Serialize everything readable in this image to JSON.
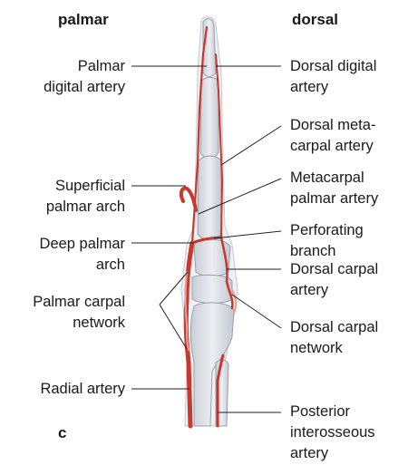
{
  "headers": {
    "left": "palmar",
    "right": "dorsal"
  },
  "panel_letter": "c",
  "labels": {
    "palmar_digital_artery": "Palmar\ndigital artery",
    "superficial_palmar_arch": "Superficial\npalmar arch",
    "deep_palmar_arch": "Deep palmar\narch",
    "palmar_carpal_network": "Palmar carpal\nnetwork",
    "radial_artery": "Radial artery",
    "dorsal_digital_artery": "Dorsal digital\nartery",
    "dorsal_metacarpal_artery": "Dorsal meta-\ncarpal artery",
    "metacarpal_palmar_artery": "Metacarpal\npalmar artery",
    "perforating_branch": "Perforating\nbranch",
    "dorsal_carpal_artery": "Dorsal carpal\nartery",
    "dorsal_carpal_network": "Dorsal carpal\nnetwork",
    "posterior_interosseous_artery": "Posterior\ninterosseous\nartery"
  },
  "colors": {
    "artery": "#c8382c",
    "artery_light": "#e6a09a",
    "bone": "#d9dde3",
    "bone_outline": "#9aa1ab",
    "leader": "#222222"
  }
}
